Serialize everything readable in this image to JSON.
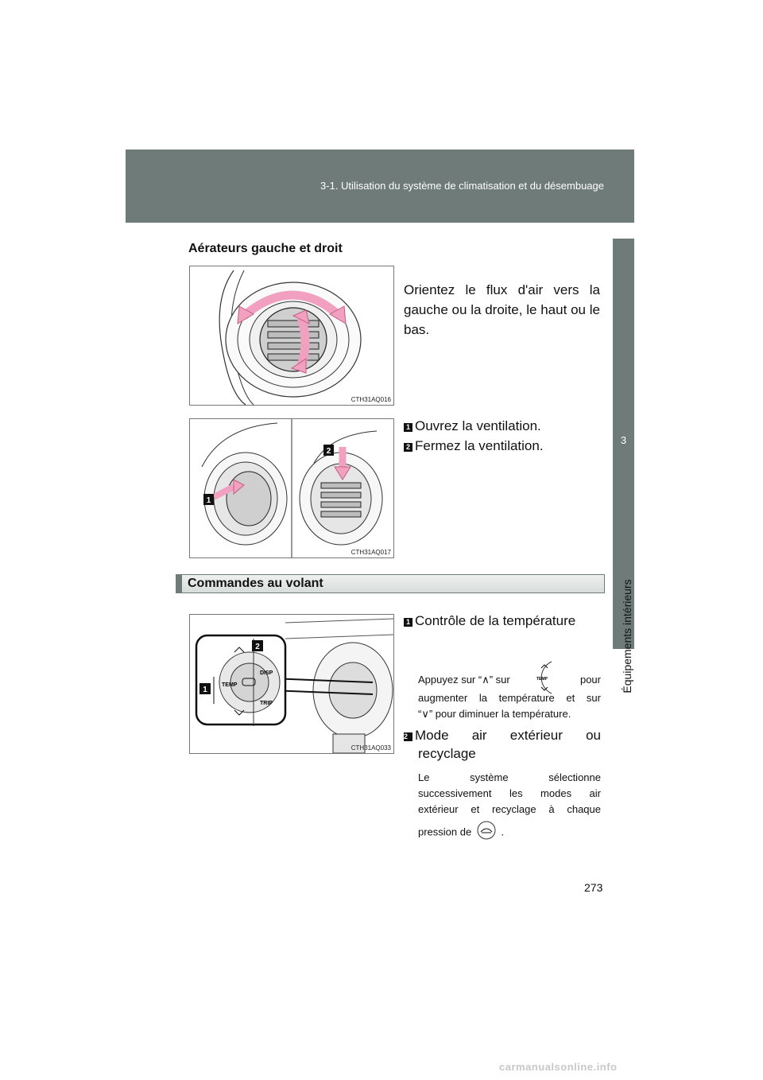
{
  "header": {
    "title": "3-1. Utilisation du système de climatisation et du désembuage"
  },
  "side_tab": {
    "number": "3",
    "label": "Équipements intérieurs"
  },
  "section1": {
    "heading": "Aérateurs gauche et droit",
    "fig1_code": "CTH31AQ016",
    "fig1_text": "Orientez le flux d'air vers la gauche ou la droite, le haut ou le bas.",
    "fig2_code": "CTH31AQ017",
    "fig2_items": [
      {
        "num": "1",
        "label": "Ouvrez la ventilation."
      },
      {
        "num": "2",
        "label": "Fermez la ventilation."
      }
    ]
  },
  "section2": {
    "heading": "Commandes au volant",
    "fig3_code": "CTH31AQ033",
    "item1_num": "1",
    "item1_title": "Contrôle de la température",
    "item1_desc_a": "Appuyez sur “∧” sur",
    "item1_desc_b": "pour",
    "item1_desc_c": "augmenter la température et sur",
    "item1_desc_d": "“∨” pour diminuer la température.",
    "item2_num": "2",
    "item2_title_a": "Mode air extérieur ou",
    "item2_title_b": "recyclage",
    "item2_desc_a": "Le système sélectionne",
    "item2_desc_b": "successivement les modes air",
    "item2_desc_c": "extérieur et recyclage à chaque",
    "item2_desc_d": "pression de",
    "item2_desc_end": ".",
    "switch_labels": {
      "temp": "TEMP",
      "disp": "DISP",
      "trip": "TRIP",
      "n1": "1",
      "n2": "2"
    }
  },
  "page": {
    "number": "273"
  },
  "watermark": "carmanualsonline.info"
}
